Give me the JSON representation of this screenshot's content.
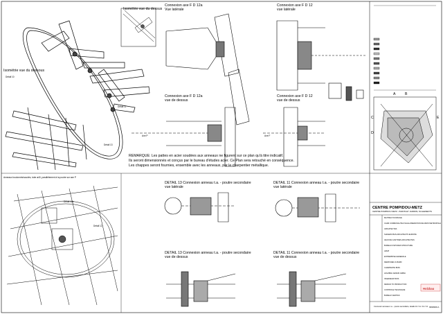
{
  "views": {
    "top_left_iso_title": "Isométrie vue du dessus",
    "left_iso_title": "Isométrie vue du dessous",
    "bottom_left_note": "Anneaux boulonnés/soudés, tube ø40, parallèlement à la poutre sur axe P"
  },
  "details": {
    "fd12a_side": {
      "line1": "Connexion axe F D 12a",
      "line2": "Vue latérale"
    },
    "fd12_side": {
      "line1": "Connexion axe F D 12",
      "line2": "vue latérale"
    },
    "fd12a_top": {
      "line1": "Connexion axe F D 12a",
      "line2": "vue de dessus"
    },
    "fd12_top": {
      "line1": "Connexion axe F D 12",
      "line2": "vue de dessus"
    },
    "d13_side": {
      "line1": "DETAIL 13 Connexion anneau t.a. - poutre secondaire",
      "line2": "vue latérale"
    },
    "d11_side": {
      "line1": "DETAIL 11 Connexion anneau t.a. - poutre secondaire",
      "line2": "vue latérale"
    },
    "d13_top": {
      "line1": "DETAIL 13 Connexion anneau t.a. - poutre secondaire",
      "line2": "vue de dessus"
    },
    "d11_top": {
      "line1": "DETAIL 11 Connexion anneau t.a. - poutre secondaire",
      "line2": "vue de dessus"
    }
  },
  "remark": {
    "line1": "REMARQUE: Les pattes en acier soudées aux anneaux ne figurent sur ce plan qu'à titre indicatif.",
    "line2": "Ils seront dimensionnés et conçus par le bureau d'études acier. Ce Plan sera retouché en conséquence.",
    "line3": "Les chappes seront fournies, ensemble avec les anneaux, par le charpentier métallique."
  },
  "callouts": {
    "detail_11": "Detail 11",
    "detail_13": "Detail 13",
    "detail_10": "Detail 10",
    "detail_12a": "Detail 12a",
    "detail_12": "Detail 12",
    "axis_p": "Axe P",
    "axis_f": "Axe F"
  },
  "grid_letters": [
    "A",
    "B",
    "C",
    "D",
    "E"
  ],
  "title_block": {
    "project": "CENTRE POMPIDOU-METZ",
    "subtitle": "CENTRE POMPIDOU METZ - PARVIS ET JARDINS, 54 ELEMENTS",
    "firm": "Holzbau",
    "drawing_no": "9999999 A",
    "rows": [
      "MAITRE D'OUVRAGE",
      "CA2M COMMUNAUTE D'AGGLOMERATION DE METZ METROPOLE",
      "ARCHITECTES",
      "SHIGERU BAN ARCHITECTS EUROPE",
      "JEAN DE GASTINES ARCHITECTES",
      "BUREAU D'ETUDES STRUCTURE",
      "ARUP",
      "ENTREPRISE GENERALE",
      "DEMATHIEU & BARD",
      "CHARPENTE BOIS",
      "HOLZBAU AMANN GMBH",
      "INGENIEUR BOIS",
      "DESIGN TO PRODUCTION",
      "CONTROLE TECHNIQUE",
      "BUREAU VERITAS"
    ],
    "footer": "Connexion anneaux t.a. - poutre secondaire, details 10 / 11 / 12 / 13"
  }
}
